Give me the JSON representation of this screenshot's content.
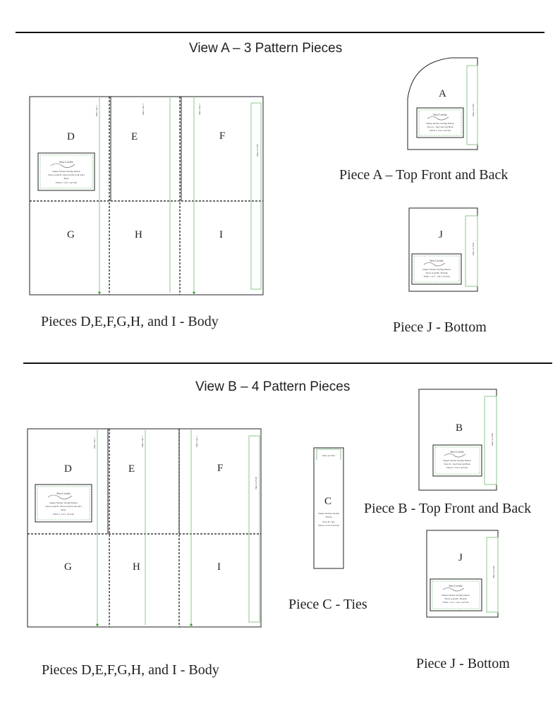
{
  "view_a": {
    "title": "View A – 3 Pattern Pieces",
    "body_caption": "Pieces D,E,F,G,H, and I - Body",
    "body_letters": [
      "D",
      "E",
      "F",
      "G",
      "H",
      "I"
    ],
    "piece_a_letter": "A",
    "piece_a_caption": "Piece A – Top Front and Back",
    "piece_j_letter": "J",
    "piece_j_caption": "Piece J - Bottom"
  },
  "view_b": {
    "title": "View B – 4 Pattern Pieces",
    "body_caption": "Pieces D,E,F,G,H, and I - Body",
    "body_letters": [
      "D",
      "E",
      "F",
      "G",
      "H",
      "I"
    ],
    "piece_c_letter": "C",
    "piece_c_caption": "Piece C - Ties",
    "piece_b_letter": "B",
    "piece_b_caption": "Piece B - Top Front and Back",
    "piece_j_letter": "J",
    "piece_j_caption": "Piece J - Bottom"
  },
  "labels": {
    "place_line": "Place Line 1",
    "place_on_fold": "Place on Fold",
    "signature": "Sew Lovely",
    "body_label": [
      "Diaper Stacker Sewing Pattern",
      "Views A and B - Pieces D,E,F,G,H, and I",
      "Body",
      "Fabric 1: Cut 1 on Fold"
    ],
    "a_label": [
      "Diaper Stacker Sewing Pattern",
      "View A - Top Front and Back",
      "Fabric 1: Cut 2 on Fold"
    ],
    "j_label": [
      "Diaper Stacker Sewing Pattern",
      "Views A and B - Bottom",
      "Fabric 1 or 2 - Cut 1 on Fold"
    ],
    "b_label": [
      "Diaper Stacker Sewing Pattern",
      "View B - Top Front and Back",
      "Fabric 1: Cut 2 on Fold"
    ],
    "c_label": [
      "Diaper Stacker Sewing",
      "Pattern",
      "View B - Ties",
      "Fabric 2: Cut 8 on Fold"
    ]
  },
  "colors": {
    "ink": "#222222",
    "guide": "#8cc68c",
    "dashed": "#111111"
  }
}
